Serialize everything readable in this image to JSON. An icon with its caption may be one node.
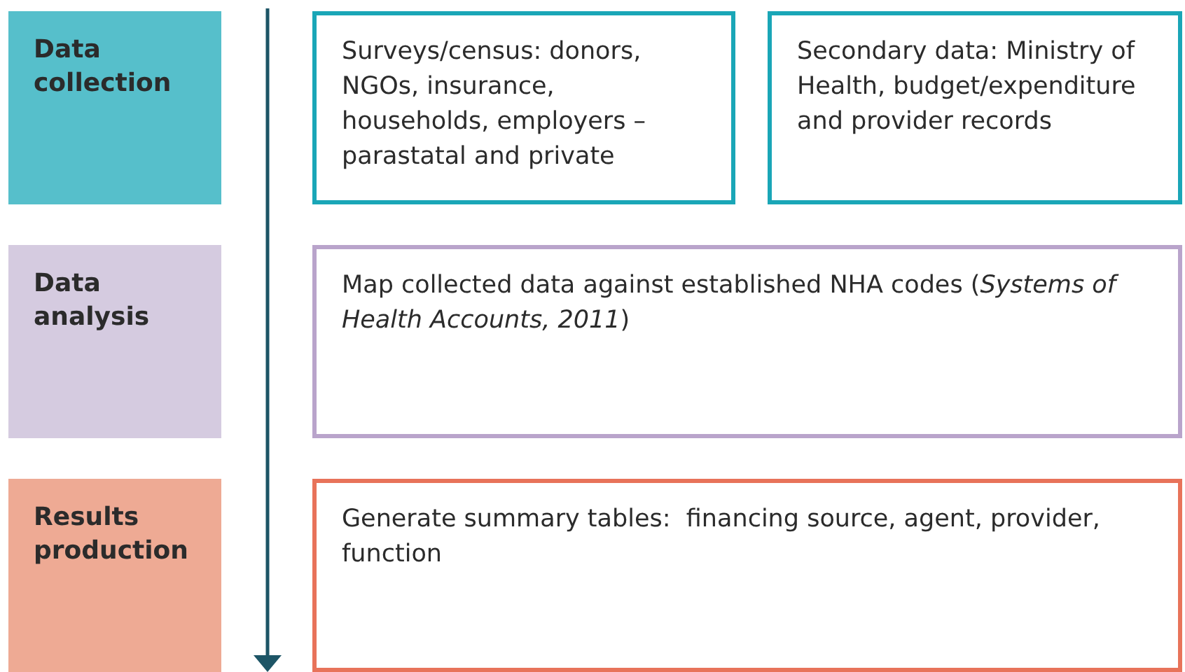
{
  "diagram": {
    "nodes": [
      {
        "text": [
          "Data collection"
        ]
      },
      {
        "text": [
          "Surveys/census: donors, NGOs, insurance, households, employers – parastatal and private"
        ]
      },
      {
        "text": [
          "Secondary data: Ministry of Health, budget/expenditure and provider records"
        ]
      },
      {
        "text": [
          "Data analysis"
        ]
      },
      {
        "text": [
          "Map collected data against established NHA codes (*Systems of Health Accounts, 2011*)"
        ]
      },
      {
        "text": [
          "Results production"
        ]
      },
      {
        "text": [
          "Generate summary tables:  financing source, agent, provider, function"
        ]
      }
    ]
  }
}
